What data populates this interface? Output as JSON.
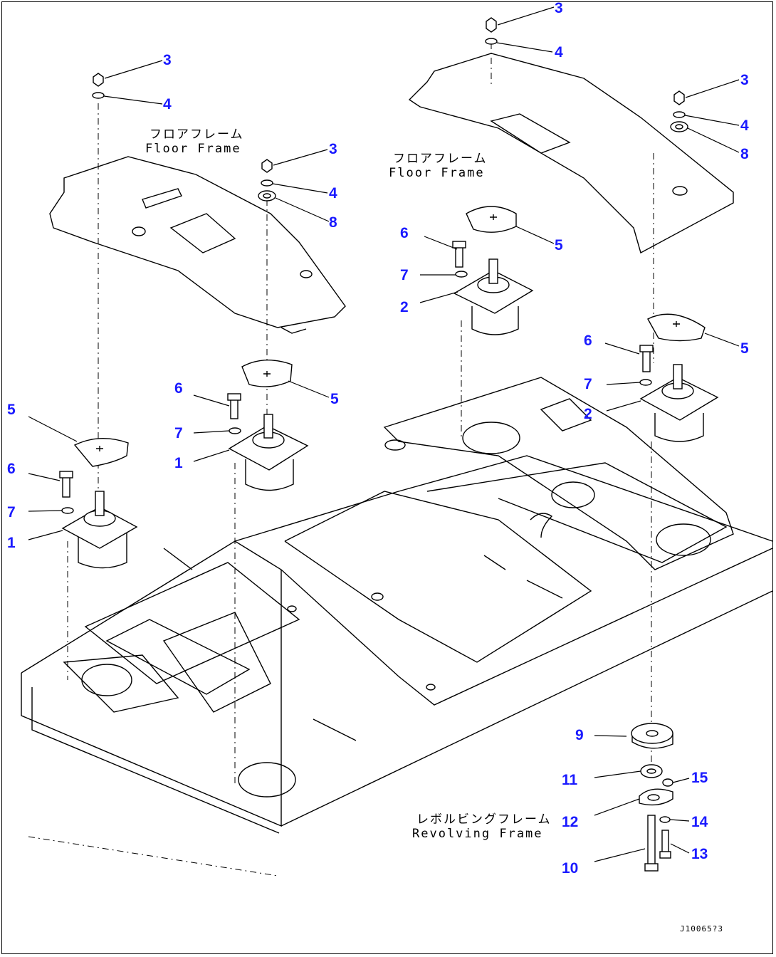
{
  "labels": {
    "floor_frame_left_jp": "フロアフレーム",
    "floor_frame_left_en": "Floor Frame",
    "floor_frame_right_jp": "フロアフレーム",
    "floor_frame_right_en": "Floor Frame",
    "revolving_frame_jp": "レボルビングフレーム",
    "revolving_frame_en": "Revolving Frame"
  },
  "doc_id": "J10065?3",
  "callouts": {
    "a_3": "3",
    "a_4": "4",
    "b_3": "3",
    "b_4": "4",
    "b_8": "8",
    "c_3": "3",
    "c_4": "4",
    "d_3": "3",
    "d_4": "4",
    "d_8": "8",
    "e_6": "6",
    "e_5": "5",
    "e_7": "7",
    "e_2": "2",
    "f_6": "6",
    "f_5": "5",
    "f_7": "7",
    "f_2": "2",
    "g_6": "6",
    "g_5": "5",
    "g_7": "7",
    "g_1": "1",
    "h_5": "5",
    "h_6": "6",
    "h_7": "7",
    "h_1": "1",
    "i_9": "9",
    "i_11": "11",
    "i_15": "15",
    "i_12": "12",
    "i_14": "14",
    "i_13": "13",
    "i_10": "10"
  },
  "colors": {
    "callout": "#1a1aff",
    "line": "#000000"
  }
}
